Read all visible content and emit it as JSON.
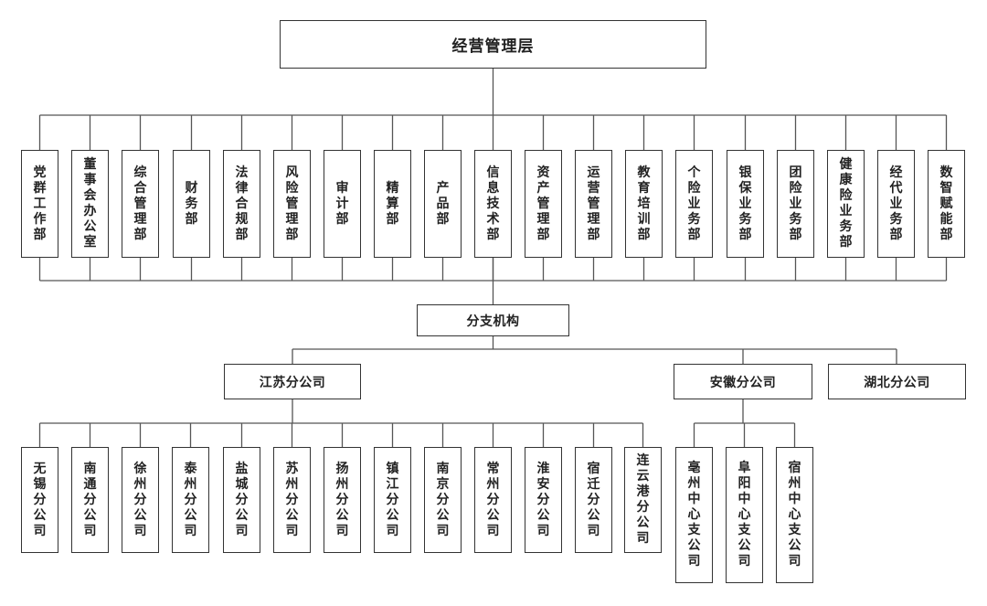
{
  "root": "经营管理层",
  "departments": [
    "党群工作部",
    "董事会办公室",
    "综合管理部",
    "财务部",
    "法律合规部",
    "风险管理部",
    "审计部",
    "精算部",
    "产品部",
    "信息技术部",
    "资产管理部",
    "运营管理部",
    "教育培训部",
    "个险业务部",
    "银保业务部",
    "团险业务部",
    "健康险业务部",
    "经代业务部",
    "数智赋能部"
  ],
  "branch_hub": "分支机构",
  "branches": [
    {
      "name": "江苏分公司",
      "children": [
        "无锡分公司",
        "南通分公司",
        "徐州分公司",
        "泰州分公司",
        "盐城分公司",
        "苏州分公司",
        "扬州分公司",
        "镇江分公司",
        "南京分公司",
        "常州分公司",
        "淮安分公司",
        "宿迁分公司",
        "连云港分公司"
      ]
    },
    {
      "name": "安徽分公司",
      "children": [
        "亳州中心支公司",
        "阜阳中心支公司",
        "宿州中心支公司"
      ]
    },
    {
      "name": "湖北分公司",
      "children": []
    }
  ]
}
